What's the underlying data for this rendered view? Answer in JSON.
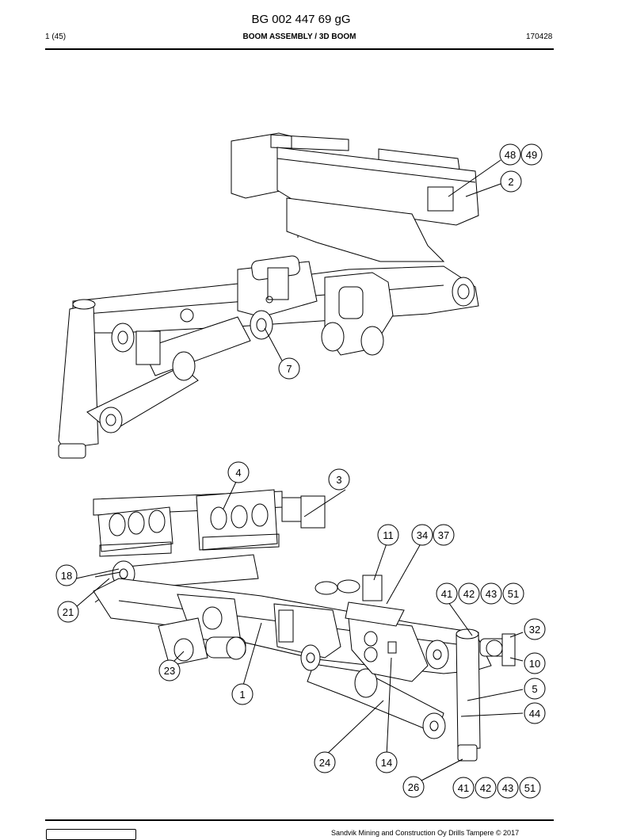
{
  "header": {
    "doc_code": "BG 002 447 69 gG",
    "page": "1 (45)",
    "title": "BOOM ASSEMBLY / 3D BOOM",
    "date": "170428"
  },
  "footer": {
    "copyright": "Sandvik Mining and Construction Oy Drills Tampere © 2017"
  },
  "callouts": {
    "upper": [
      "48",
      "49",
      "2",
      "7"
    ],
    "lower": [
      "4",
      "3",
      "11",
      "34",
      "37",
      "18",
      "41",
      "42",
      "43",
      "51",
      "21",
      "32",
      "10",
      "23",
      "1",
      "5",
      "44",
      "24",
      "14",
      "26",
      "41",
      "42",
      "43",
      "51"
    ]
  }
}
